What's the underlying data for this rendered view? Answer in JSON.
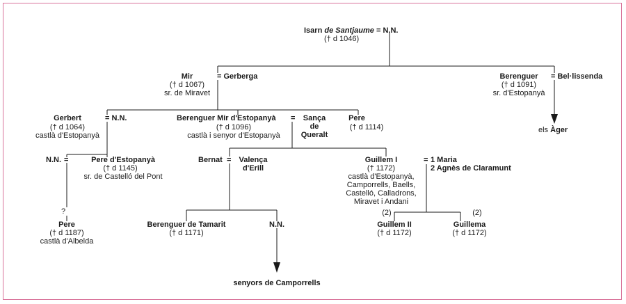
{
  "isarn": {
    "name": "Isarn",
    "surname": "de Santjaume",
    "eq": "=",
    "spouse": "N.N.",
    "death": "(† d 1046)"
  },
  "mir": {
    "name": "Mir",
    "death": "(† d 1067)",
    "title": "sr. de Miravet",
    "spouse": "= Gerberga"
  },
  "berenguer1": {
    "name": "Berenguer",
    "death": "(† d 1091)",
    "title": "sr. d'Estopanyà",
    "spouse": "= Bel·lissenda"
  },
  "ager": {
    "label": "els Àger",
    "prefix": "els",
    "bold": "Àger"
  },
  "gerbert": {
    "name": "Gerbert",
    "death": "(† d 1064)",
    "title": "castlà d'Estopanyà",
    "spouse": "= N.N."
  },
  "berenguer_mir": {
    "name": "Berenguer Mir d'Estopanyà",
    "eq": "=",
    "death": "(† d 1096)",
    "title": "castlà i senyor d'Estopanyà",
    "spouse_l1": "Sança",
    "spouse_l2": "de",
    "spouse_l3": "Queralt"
  },
  "pere1": {
    "name": "Pere",
    "death": "(† d 1114)"
  },
  "nn_left": {
    "name": "N.N.",
    "eq": "="
  },
  "pere_estopanya": {
    "name": "Pere d'Estopanyà",
    "death": "(† d 1145)",
    "title": "sr. de Castelló del Pont"
  },
  "pere2": {
    "question": "?",
    "name": "Pere",
    "death": "(† d 1187)",
    "title": "castlà d'Albelda"
  },
  "bernat": {
    "name": "Bernat",
    "eq": "=",
    "spouse_l1": "Valença",
    "spouse_l2": "d'Erill"
  },
  "guillem1": {
    "name": "Guillem I",
    "death": "(† 1172)",
    "title_l1": "castlà d'Estopanyà,",
    "title_l2": "Camporrells, Baells,",
    "title_l3": "Castelló, Calladrons,",
    "title_l4": "Miravet i Andani",
    "eq": "=",
    "spouse1": "1 Maria",
    "spouse2": "2 Agnès de Claramunt"
  },
  "berenguer_tamarit": {
    "name": "Berenguer de Tamarit",
    "death": "(† d 1171)"
  },
  "nn_bottom": {
    "name": "N.N."
  },
  "camporrells": {
    "label": "senyors de Camporrells"
  },
  "guillem2": {
    "marker": "(2)",
    "name": "Guillem II",
    "death": "(† d 1172)"
  },
  "guillema": {
    "marker": "(2)",
    "name": "Guillema",
    "death": "(† d 1172)"
  }
}
